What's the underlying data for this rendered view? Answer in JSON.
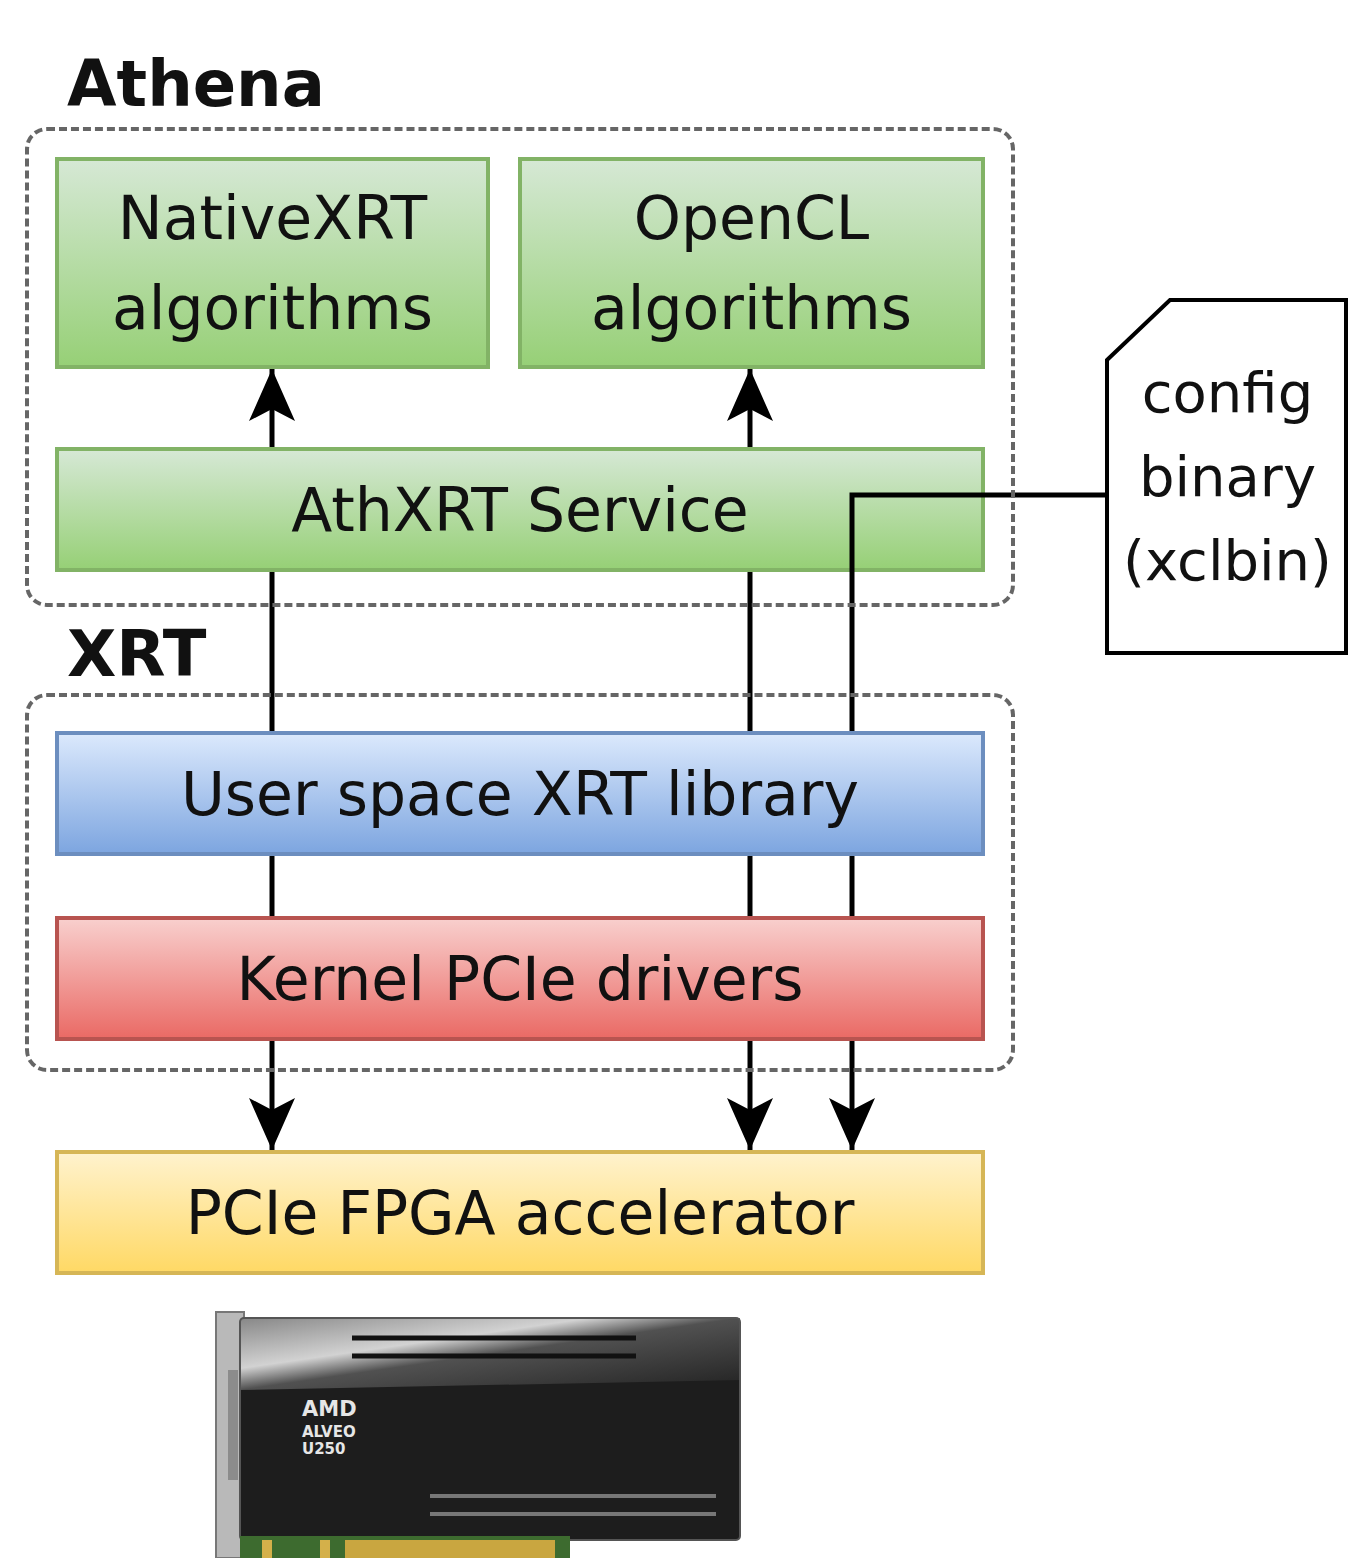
{
  "diagram": {
    "nodes": [
      {
        "text": [
          "Athena"
        ]
      },
      {
        "text": [
          "NativeXRT algorithms"
        ],
        "in": 0
      },
      {
        "text": [
          "OpenCL algorithms"
        ],
        "in": 0
      },
      {
        "text": [
          "AthXRT Service"
        ],
        "in": 0
      },
      {
        "text": [
          "XRT"
        ]
      },
      {
        "text": [
          "User space XRT library"
        ],
        "in": 4
      },
      {
        "text": [
          "Kernel PCIe drivers"
        ],
        "in": 4
      },
      {
        "text": [
          "PCIe FPGA accelerator"
        ]
      },
      {
        "text": [
          "config binary (xclbin)"
        ]
      }
    ],
    "edges": [
      {
        "from": 3,
        "to": 1,
        "arrow": "to"
      },
      {
        "from": 3,
        "to": 2,
        "arrow": "to"
      },
      {
        "from": 3,
        "to": 5,
        "arrow": "none"
      },
      {
        "from": 3,
        "to": 5,
        "arrow": "none"
      },
      {
        "from": 5,
        "to": 6,
        "arrow": "none"
      },
      {
        "from": 5,
        "to": 6,
        "arrow": "none"
      },
      {
        "from": 5,
        "to": 6,
        "arrow": "none"
      },
      {
        "from": 6,
        "to": 7,
        "arrow": "to"
      },
      {
        "from": 6,
        "to": 7,
        "arrow": "to"
      },
      {
        "from": 6,
        "to": 7,
        "arrow": "to"
      },
      {
        "from": 8,
        "to": 5,
        "arrow": "none"
      }
    ],
    "labels": [
      "AMD",
      "ALVEO",
      "U250"
    ]
  }
}
